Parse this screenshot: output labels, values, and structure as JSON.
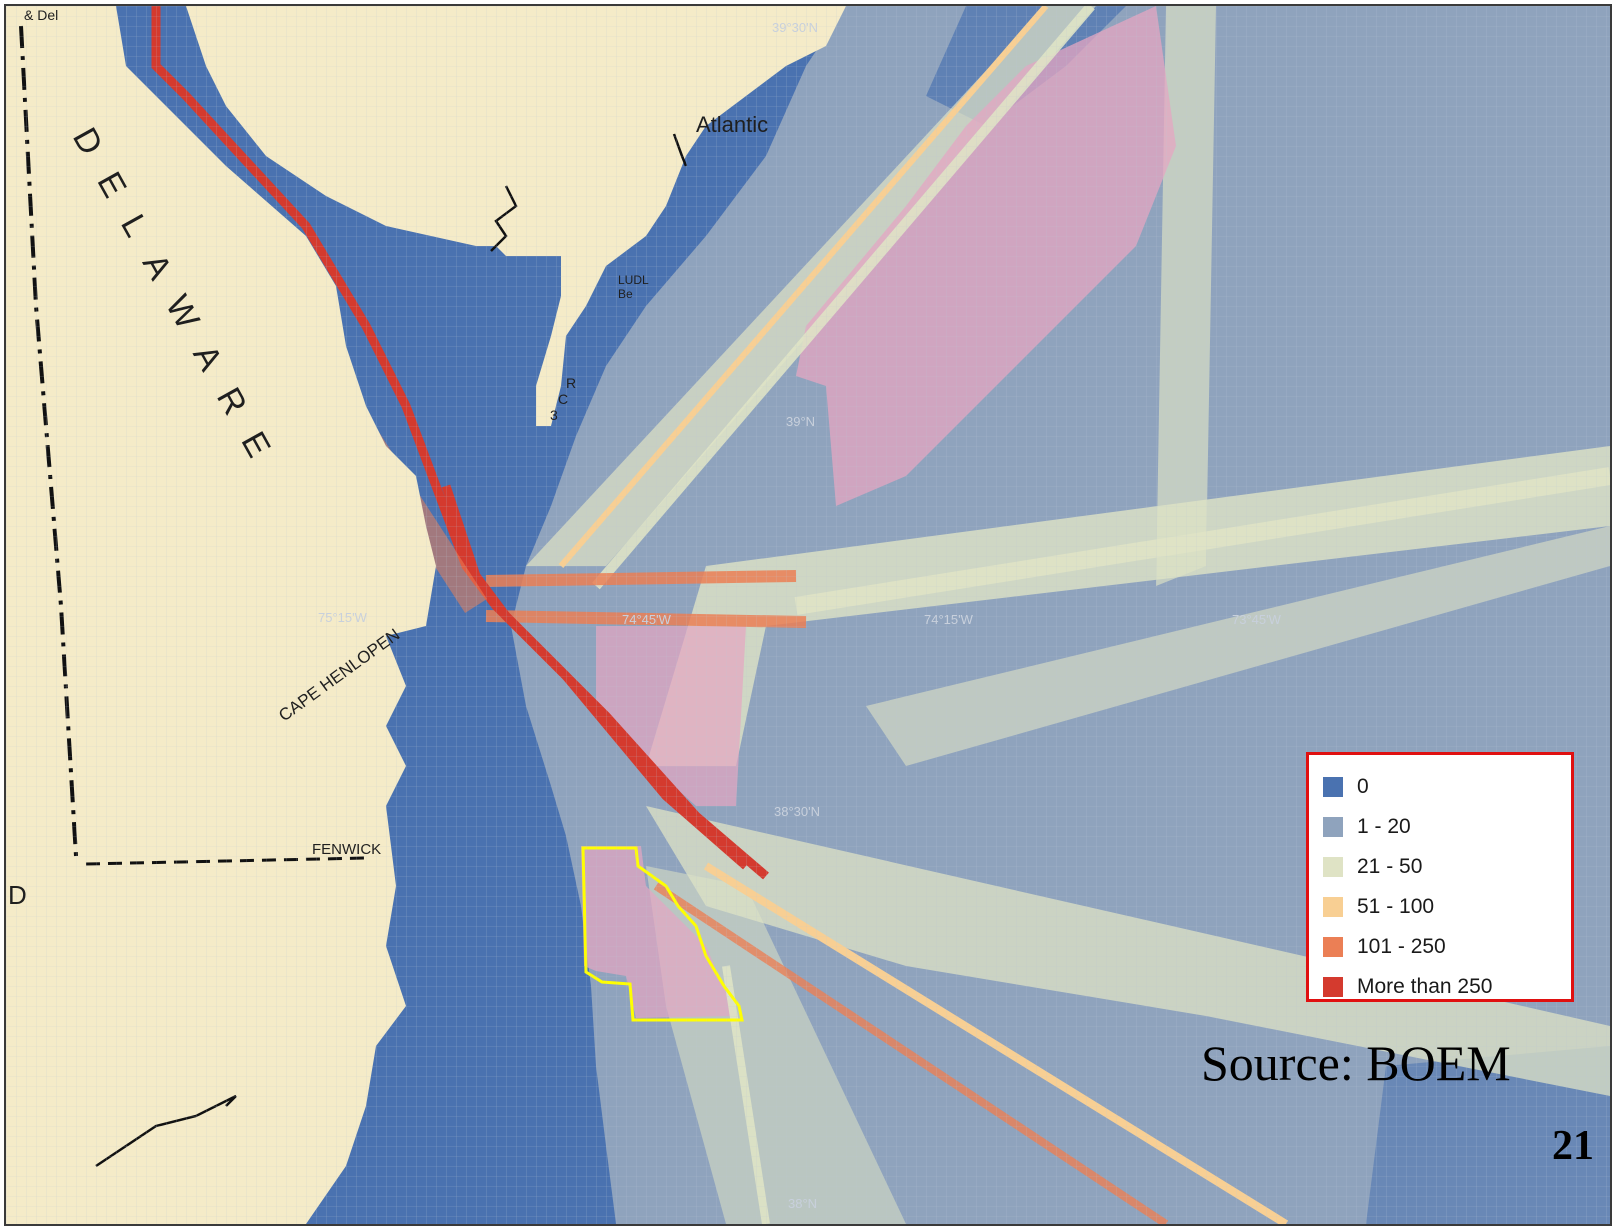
{
  "map": {
    "labels": {
      "state": "DELAWARE",
      "atlantic": "Atlantic",
      "cape_henlopen": "CAPE HENLOPEN",
      "fenwick": "FENWICK",
      "lewes_partial_1": "LUDL",
      "lewes_partial_2": "Be",
      "r_partial": "R",
      "c_partial": "C",
      "num_partial": "3",
      "top_left_partial": "& Del",
      "left_edge_partial": "D"
    },
    "grid_labels": {
      "lat_39_30": "39°30'N",
      "lat_39": "39°N",
      "lat_38_30": "38°30'N",
      "lat_38": "38°N",
      "lon_75_15": "75°15'W",
      "lon_74_45": "74°45'W",
      "lon_74_15": "74°15'W",
      "lon_73_45": "73°45'W"
    },
    "colors": {
      "land": "#f5ebc8",
      "zero": "#4a72b0",
      "low": "#8fa3bd",
      "mid": "#dfe3c5",
      "medium_high": "#f8cf93",
      "high": "#eb7f55",
      "very_high": "#d43a2e",
      "wind_area": "#e6a5c2",
      "lease_outline": "#ffff00"
    }
  },
  "legend": {
    "items": [
      {
        "label": "0",
        "color": "#4a72b0"
      },
      {
        "label": "1 - 20",
        "color": "#8fa3bd"
      },
      {
        "label": "21 - 50",
        "color": "#dfe3c5"
      },
      {
        "label": "51 - 100",
        "color": "#f8cf93"
      },
      {
        "label": "101 - 250",
        "color": "#eb7f55"
      },
      {
        "label": "More than 250",
        "color": "#d43a2e"
      }
    ]
  },
  "source": "Source: BOEM",
  "page_number": "21"
}
